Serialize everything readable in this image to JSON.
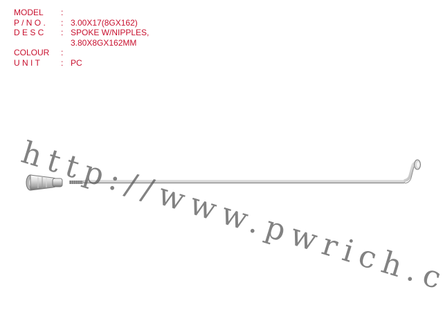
{
  "spec": {
    "rows": [
      {
        "label": "MODEL",
        "value": ""
      },
      {
        "label": "P / N O .",
        "value": "3.00X17(8GX162)"
      },
      {
        "label": "D E S C",
        "value": "SPOKE W/NIPPLES,"
      },
      {
        "label": "",
        "value": "3.80X8GX162MM"
      },
      {
        "label": "COLOUR",
        "value": ""
      },
      {
        "label": "U N I T",
        "value": "PC"
      }
    ]
  },
  "watermark": {
    "text": "http://www.pwrich.com"
  },
  "product": {
    "items": [
      "nipple-icon",
      "spoke-icon"
    ],
    "colors": {
      "text": "#c8102e",
      "metal_light": "#f2f2f2",
      "metal_mid": "#bdbdbd",
      "metal_dark": "#7a7a7a",
      "watermark": "#5f5f5f"
    }
  }
}
